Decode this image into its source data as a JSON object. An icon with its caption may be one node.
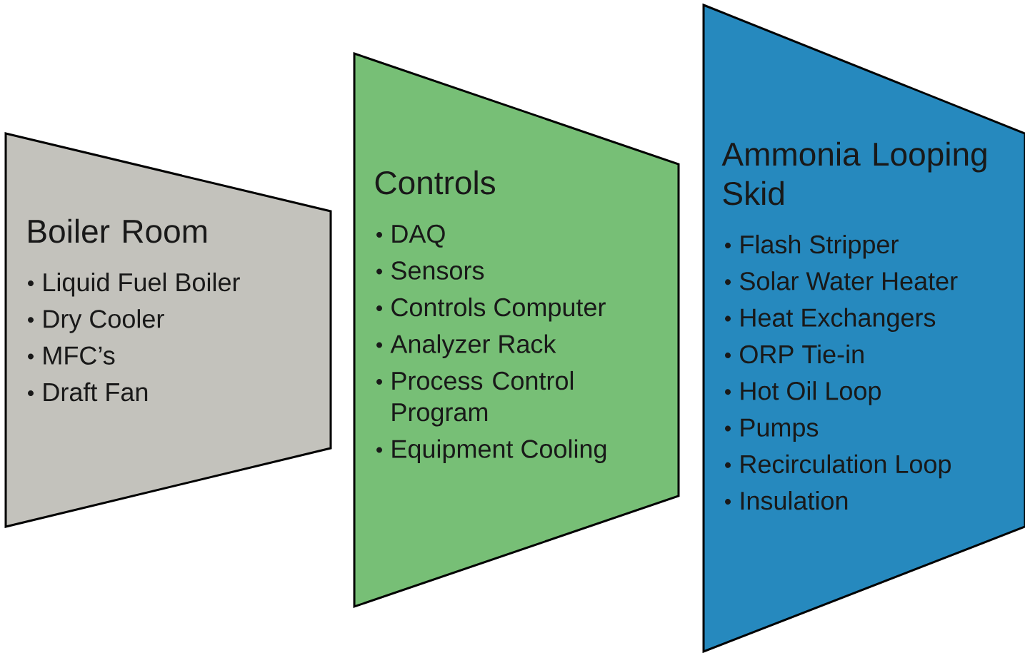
{
  "diagram": {
    "nodes": [
      {
        "text": [
          "Boiler Room",
          "Liquid Fuel Boiler",
          "Dry Cooler",
          "MFC’s",
          "Draft Fan"
        ]
      },
      {
        "text": [
          "Controls",
          "DAQ",
          "Sensors",
          "Controls Computer",
          "Analyzer Rack",
          "Process Control Program",
          "Equipment Cooling"
        ]
      },
      {
        "text": [
          "Ammonia Looping Skid",
          "Flash Stripper",
          "Solar Water Heater",
          "Heat Exchangers",
          "ORP Tie-in",
          "Hot Oil Loop",
          "Pumps",
          "Recirculation Loop",
          "Insulation"
        ]
      }
    ]
  }
}
